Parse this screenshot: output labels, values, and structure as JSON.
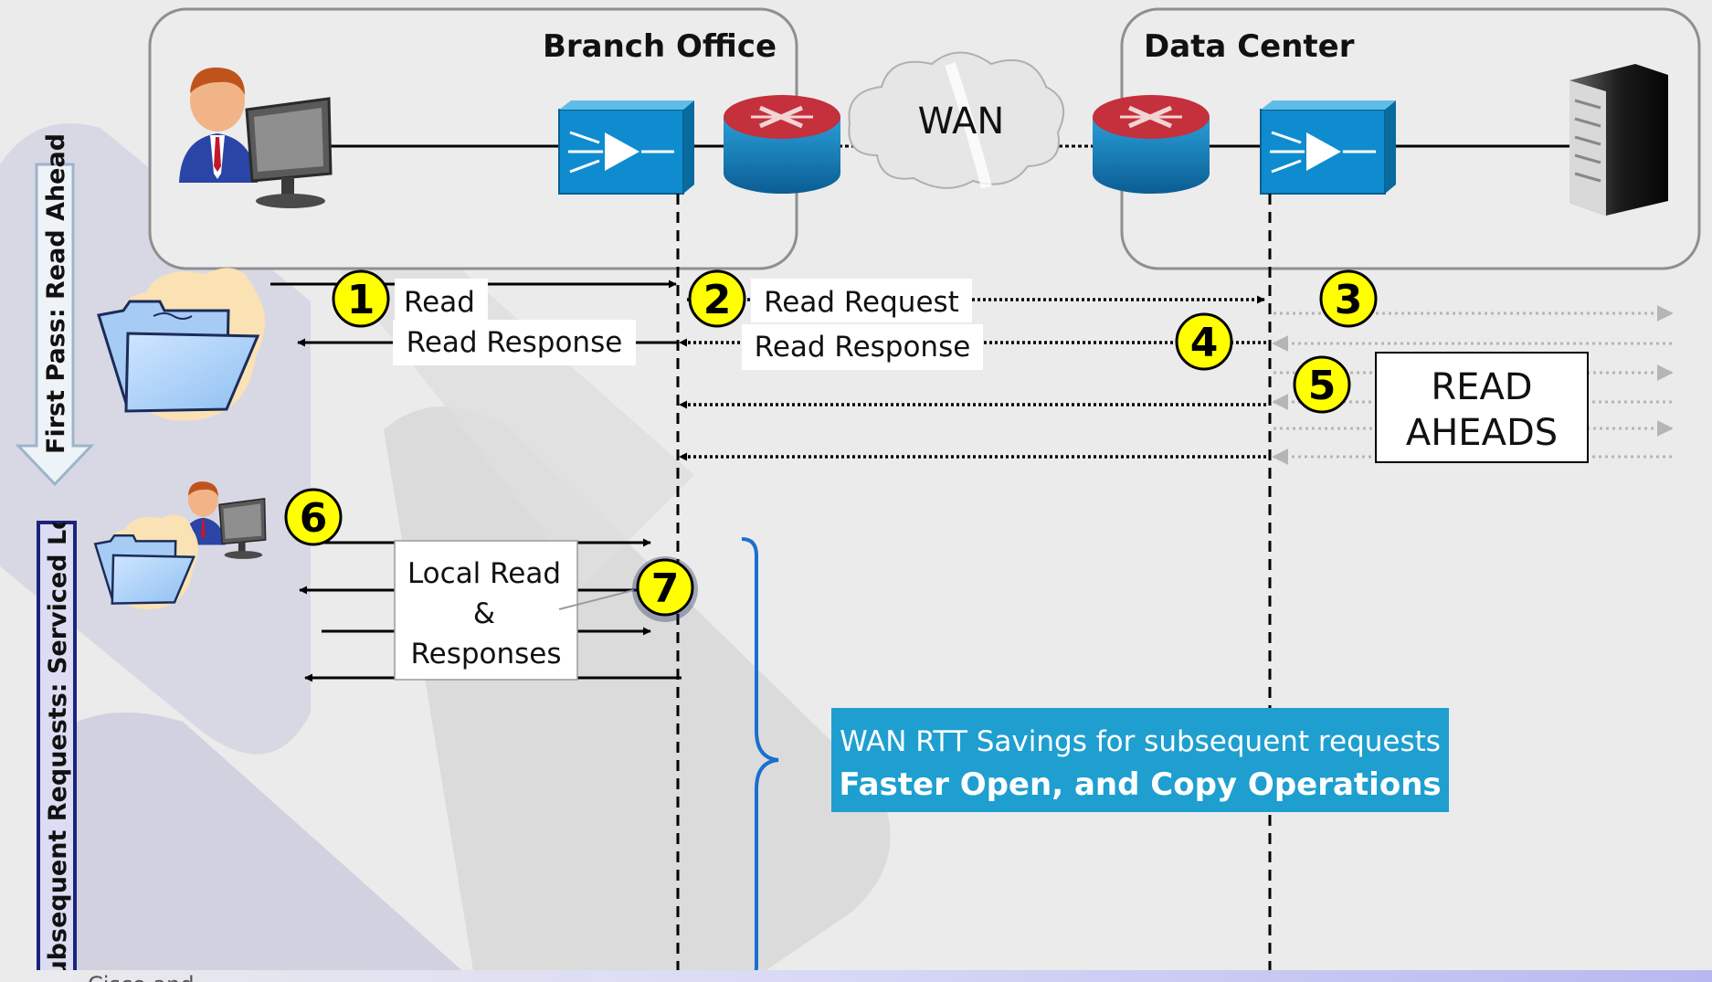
{
  "locations": {
    "branch": "Branch Office",
    "datacenter": "Data Center"
  },
  "wan": "WAN",
  "side_labels": {
    "first_pass": "First Pass: Read Ahead",
    "subsequent": "Subsequent Requests: Serviced Locally"
  },
  "steps": [
    "1",
    "2",
    "3",
    "4",
    "5",
    "6",
    "7"
  ],
  "messages": {
    "read": "Read",
    "read_response": "Read Response",
    "read_request": "Read Request",
    "read_response_2": "Read Response",
    "read_aheads": [
      "READ",
      "AHEADS"
    ],
    "local": [
      "Local Read",
      "&",
      "Responses"
    ]
  },
  "savings": {
    "line1": "WAN RTT Savings for subsequent requests",
    "line2": "Faster Open, and Copy Operations"
  },
  "footer": "Cisco and",
  "colors": {
    "accent_blue": "#1e9fd0",
    "step_yellow": "#ffff00",
    "background": "#ebebeb"
  }
}
